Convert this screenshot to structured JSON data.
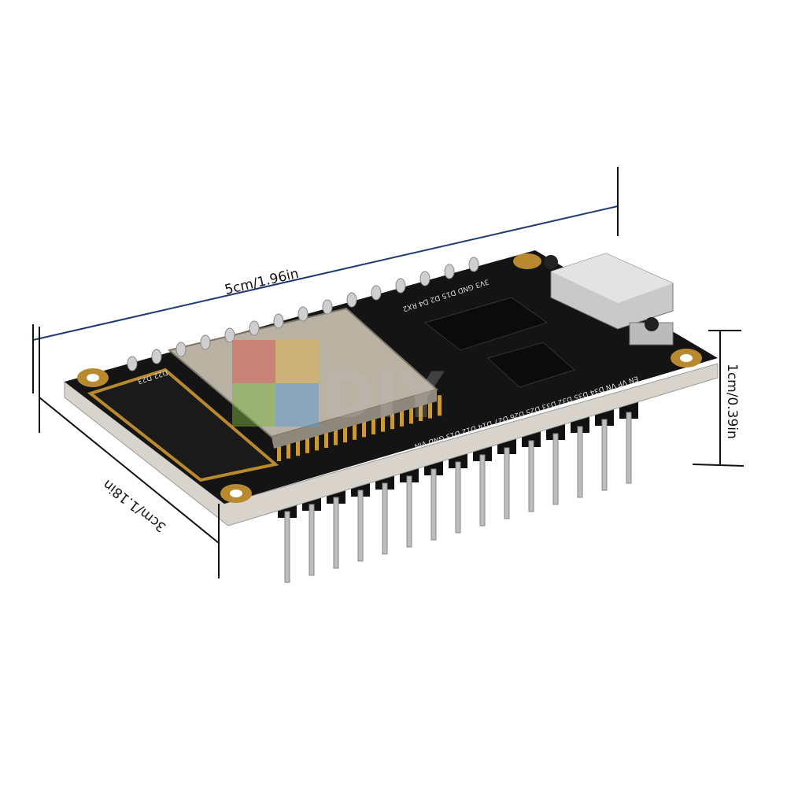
{
  "dimensions": {
    "length": "5cm/1.96in",
    "width": "3cm/1.18in",
    "height": "1cm/0.39in"
  },
  "silkscreen": {
    "top_row": "3V3 GND D15 D2 D4 RX2",
    "bottom_row": "EN VP VN D34 D35 D32 D33 D25 D26 D27 D14 D12 D13 GND VIN",
    "corner": "D22 D23"
  },
  "watermark": "DIY",
  "colors": {
    "dimension_line_top": "#1f3a73",
    "dimension_line": "#111111",
    "board": "#141414",
    "shield": "#b9b2a3",
    "gold": "#b8892e"
  }
}
